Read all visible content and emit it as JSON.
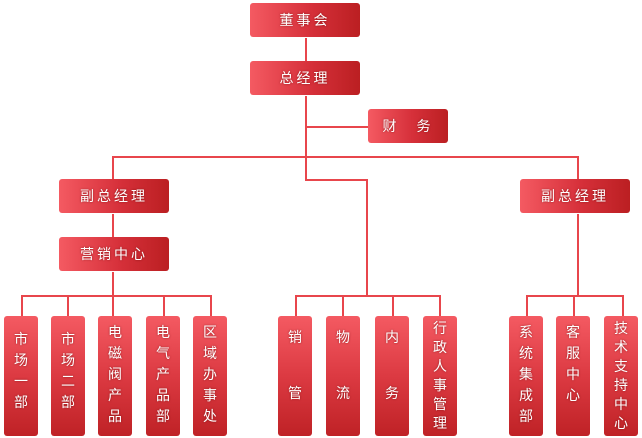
{
  "org_chart": {
    "board": "董事会",
    "gm": "总经理",
    "finance": "财　务",
    "vp_left": "副总经理",
    "marketing_center": "营销中心",
    "vp_right": "副总经理",
    "marketing_depts": [
      "市场一部",
      "市场二部",
      "电磁阀产品",
      "电气产品部",
      "区域办事处"
    ],
    "middle_depts": [
      {
        "top": "销",
        "bottom": "管"
      },
      {
        "top": "物",
        "bottom": "流"
      },
      {
        "top": "内",
        "bottom": "务"
      },
      {
        "full": "行政人事管理"
      }
    ],
    "right_depts": [
      "系统集成部",
      "客服中心",
      "技术支持中心"
    ]
  },
  "colors": {
    "accent": "#e8464c",
    "box_light": "#f45a62",
    "box_dark": "#bb1f22"
  }
}
